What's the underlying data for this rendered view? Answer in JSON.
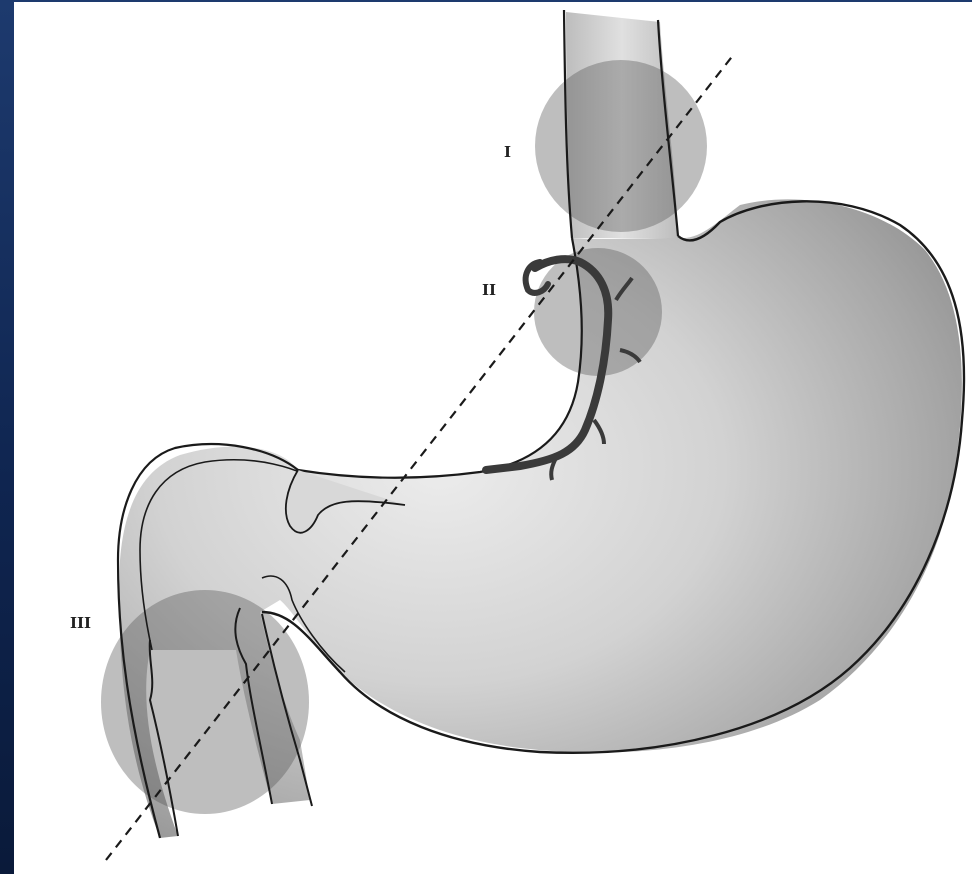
{
  "diagram": {
    "zones": [
      {
        "id": "I",
        "label": "I"
      },
      {
        "id": "II",
        "label": "II"
      },
      {
        "id": "III",
        "label": "III"
      }
    ],
    "colors": {
      "background_frame": "#0f2550",
      "panel": "#ffffff",
      "outline": "#1a1a1a",
      "stomach_light": "#e4e4e4",
      "stomach_dark": "#8c8c8c",
      "zone_fill": "#555555",
      "vessel": "#3a3a3a"
    }
  }
}
